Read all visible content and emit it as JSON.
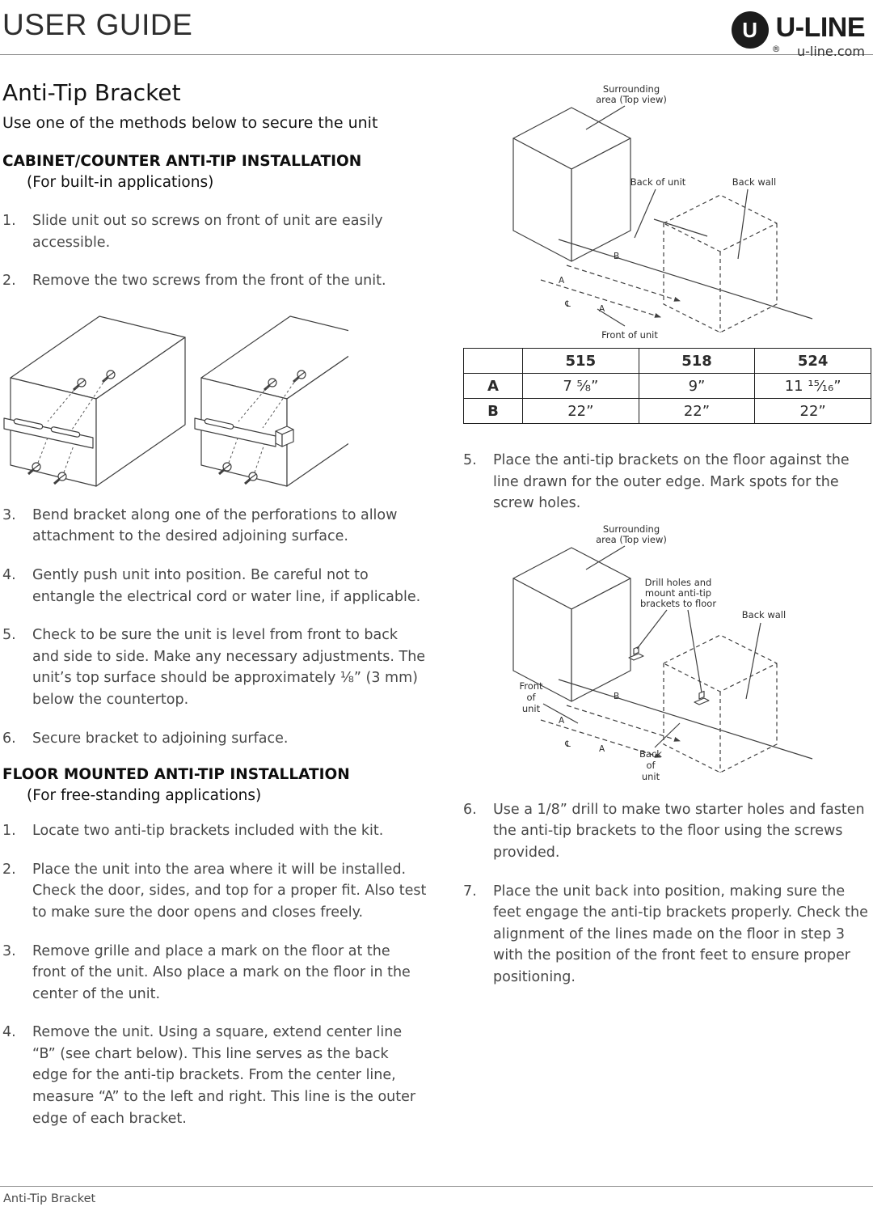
{
  "header": {
    "doc_title": "USER GUIDE",
    "logo_u": "U",
    "logo_text": "U-LINE",
    "registered": "®",
    "website": "u-line.com"
  },
  "intro": {
    "title": "Anti-Tip Bracket",
    "subtitle": "Use one of the methods below to secure the unit"
  },
  "cabinet_section": {
    "heading": "CABINET/COUNTER ANTI-TIP INSTALLATION",
    "subheading": "(For built-in applications)",
    "steps": [
      {
        "num": "1.",
        "text": "Slide unit out so screws on front of unit are easily accessible."
      },
      {
        "num": "2.",
        "text": "Remove the two screws from the front of the unit."
      },
      {
        "num": "3.",
        "text": "Bend bracket along one of the perforations to allow attachment to the desired adjoining surface."
      },
      {
        "num": "4.",
        "text": "Gently push unit into position. Be careful not to entangle the electrical cord or water line, if applicable."
      },
      {
        "num": "5.",
        "text": "Check to be sure the unit is level from front to back and side to side. Make any necessary adjustments. The unit’s top surface should be approximately ⅛” (3 mm) below the countertop."
      },
      {
        "num": "6.",
        "text": "Secure bracket to adjoining surface."
      }
    ]
  },
  "floor_section": {
    "heading": "FLOOR MOUNTED ANTI-TIP INSTALLATION",
    "subheading": "(For free-standing applications)",
    "steps": [
      {
        "num": "1.",
        "text": "Locate two anti-tip brackets included with the kit."
      },
      {
        "num": "2.",
        "text": "Place the unit into the area where it will be installed. Check the door, sides, and top for a proper fit. Also test to make sure the door opens and closes freely."
      },
      {
        "num": "3.",
        "text": "Remove grille and place a mark on the floor at the front of the unit. Also place a mark on the floor in the center of the unit."
      },
      {
        "num": "4.",
        "text": "Remove the unit. Using a square, extend center line “B” (see chart below). This line serves as the back edge for the anti-tip brackets. From the center line, measure “A” to the left and right. This line is the outer edge of each bracket."
      }
    ]
  },
  "diagram1": {
    "surrounding_1": "Surrounding",
    "surrounding_2": "area (Top view)",
    "back_of_unit": "Back of unit",
    "back_wall": "Back wall",
    "front_of_unit": "Front of unit",
    "dim_b": "B",
    "dim_a1": "A",
    "centerline": "℄",
    "dim_a2": "A"
  },
  "size_table": {
    "columns": [
      "515",
      "518",
      "524"
    ],
    "rows": [
      {
        "label": "A",
        "values": [
          "7 ⅝”",
          "9”",
          "11 ¹⁵⁄₁₆”"
        ]
      },
      {
        "label": "B",
        "values": [
          "22”",
          "22”",
          "22”"
        ]
      }
    ]
  },
  "right_steps": [
    {
      "num": "5.",
      "text": "Place the anti-tip brackets on the floor against the line drawn for the outer edge. Mark spots for the screw holes."
    },
    {
      "num": "6.",
      "text": "Use a 1/8” drill to make two starter holes and fasten the anti-tip brackets to the floor using the screws provided."
    },
    {
      "num": "7.",
      "text": "Place the unit back into position, making sure the feet engage the anti-tip brackets properly. Check the alignment of the lines made on the floor in step 3 with the position of the front feet to ensure proper positioning."
    }
  ],
  "diagram2": {
    "surrounding_1": "Surrounding",
    "surrounding_2": "area (Top view)",
    "drill_1": "Drill holes and",
    "drill_2": "mount anti-tip",
    "drill_3": "brackets to floor",
    "back_wall": "Back wall",
    "front_1": "Front",
    "front_2": "of",
    "front_3": "unit",
    "back_1": "Back",
    "back_2": "of",
    "back_3": "unit",
    "dim_b": "B",
    "dim_a1": "A",
    "centerline": "℄",
    "dim_a2": "A"
  },
  "footer": {
    "label": "Anti-Tip Bracket"
  }
}
